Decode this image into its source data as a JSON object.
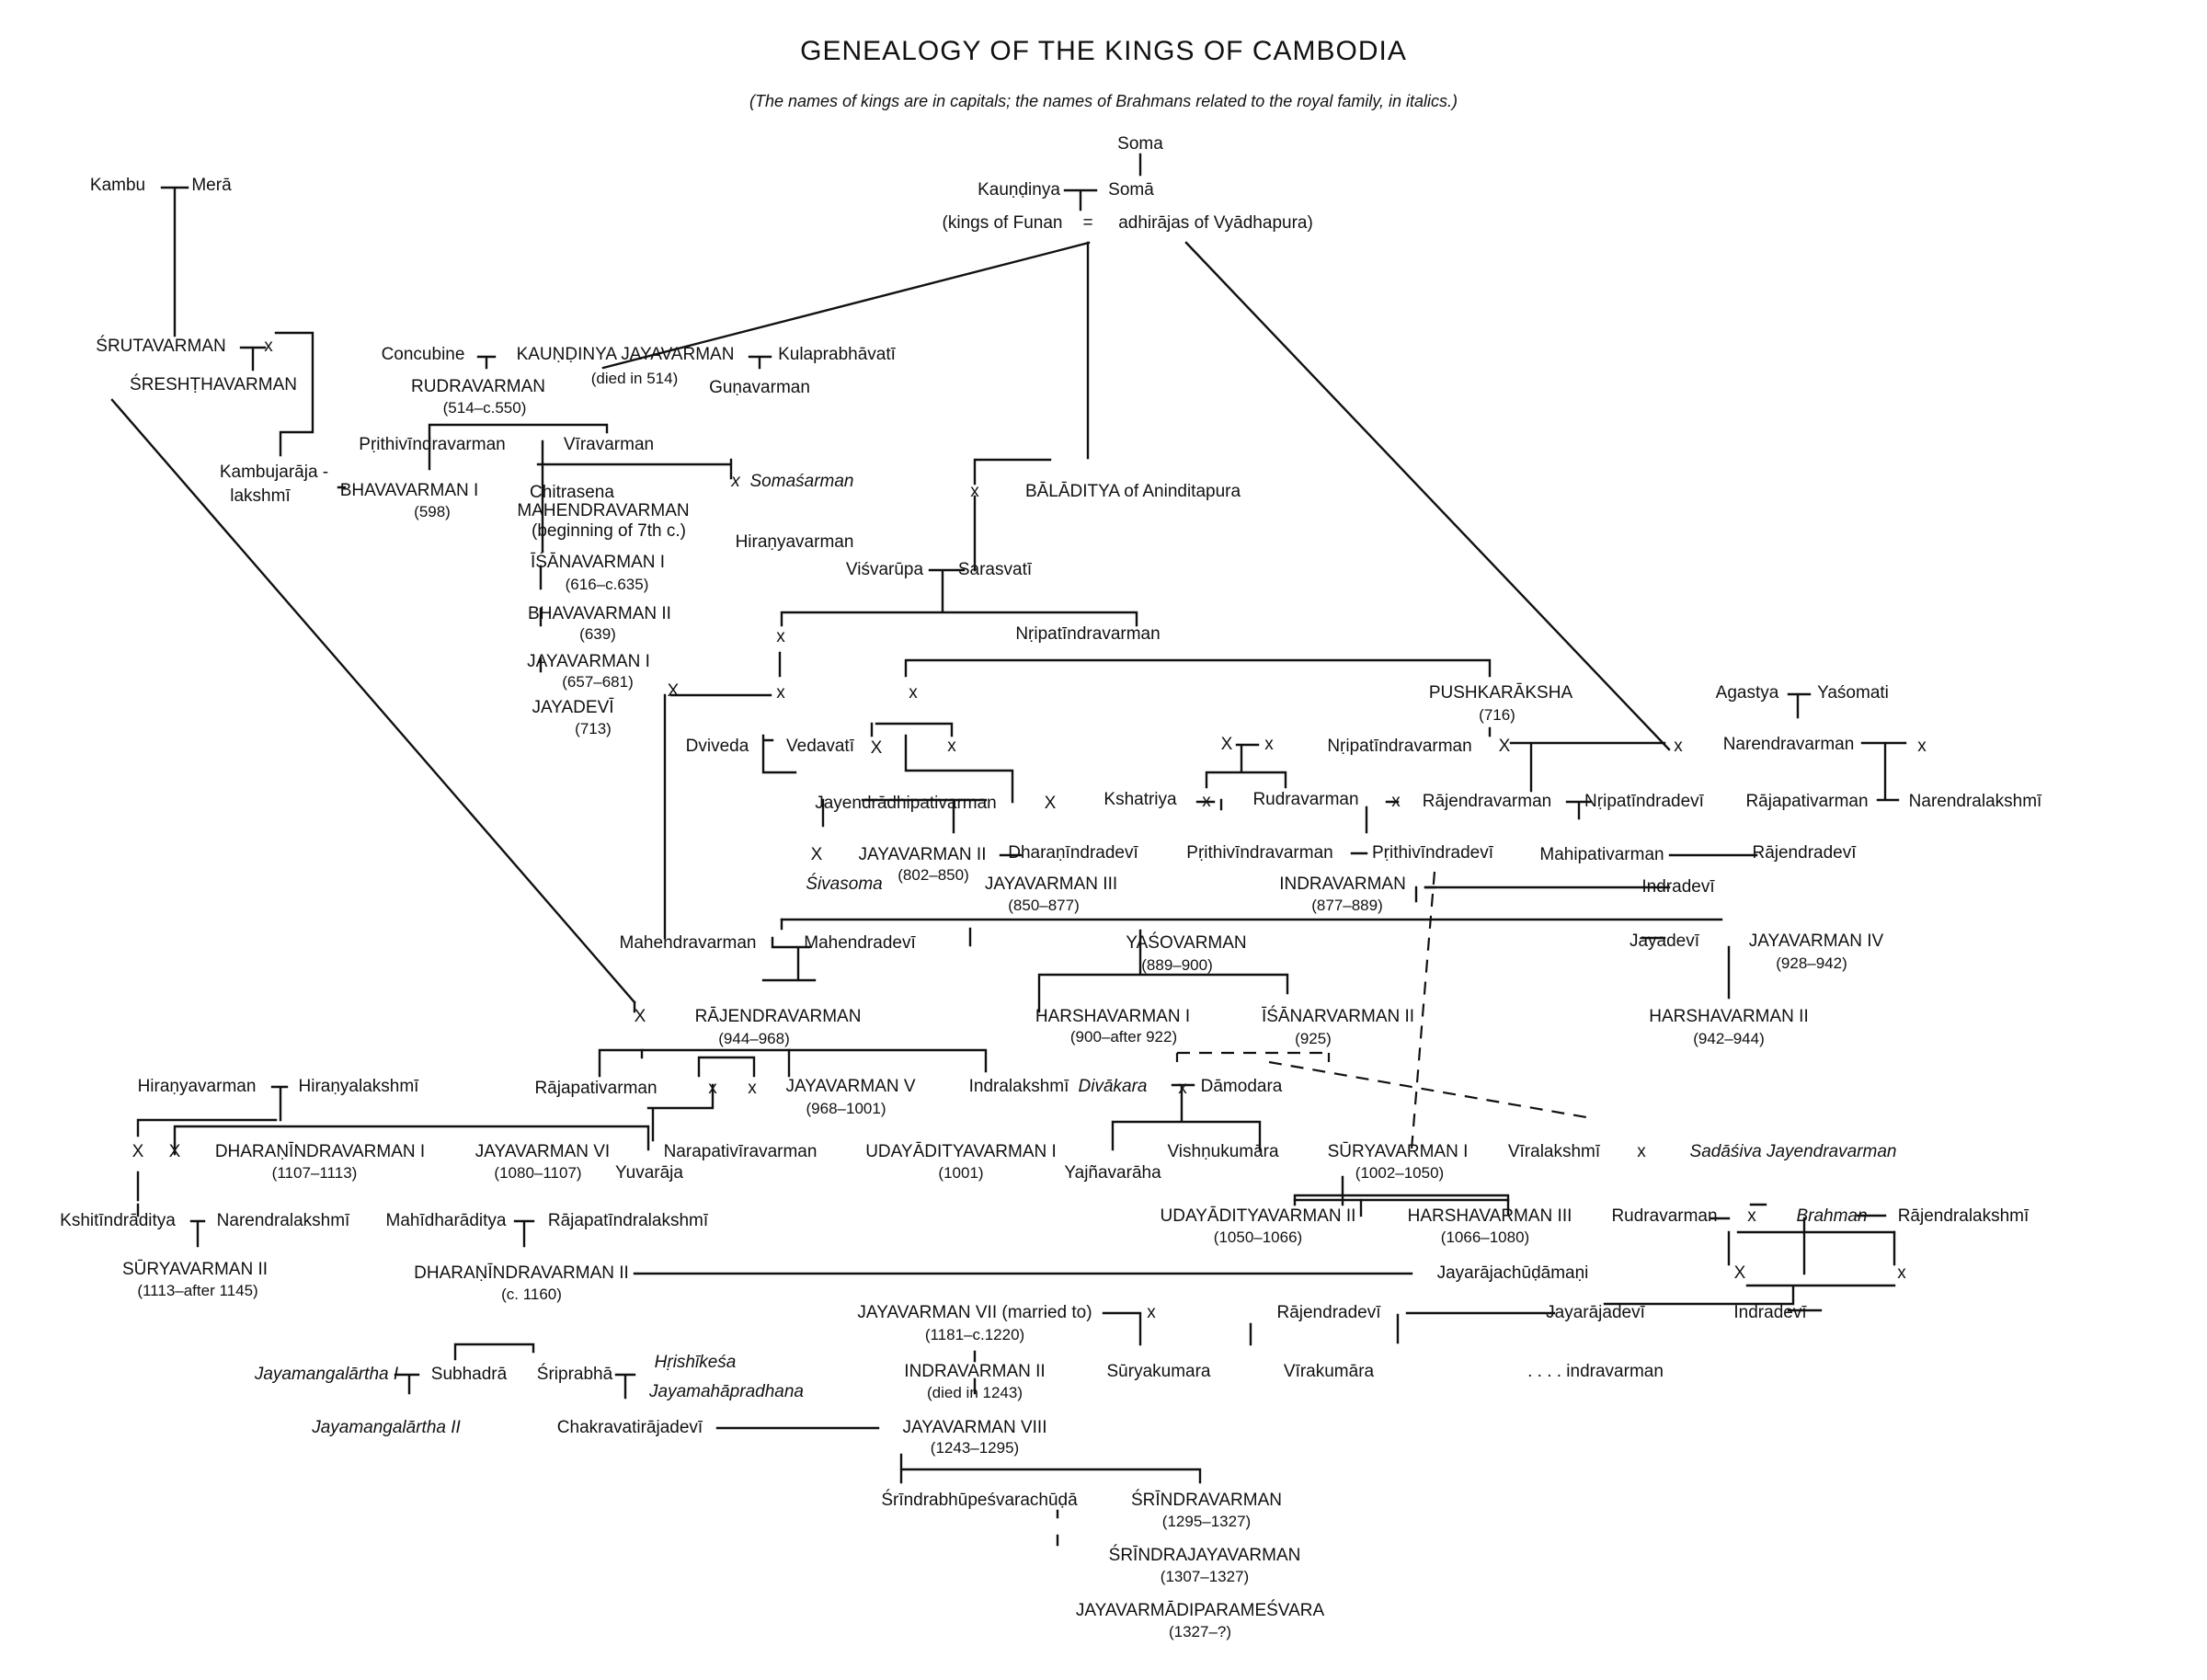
{
  "title": "GENEALOGY OF THE KINGS OF CAMBODIA",
  "subtitle": "(The names of kings are in capitals; the names of Brahmans related to the royal family, in italics.)",
  "labels": {
    "soma": "Soma",
    "kambu": "Kambu",
    "mera": "Merā",
    "kaundinya": "Kauṇḍinya",
    "soma_f": "Somā",
    "funan": "(kings of Funan",
    "eq": "=",
    "adhirajas": "adhirājas of Vyādhapura)",
    "srutavarman": "ŚRUTAVARMAN",
    "x_sruta": "x",
    "sreshthavarman": "ŚRESHṬHAVARMAN",
    "concubine": "Concubine",
    "kaundinya_jaya": "KAUṆḌINYA JAYAVARMAN",
    "died514": "(died in 514)",
    "kulaprabhavati": "Kulaprabhāvatī",
    "gunavarman": "Guṇavarman",
    "rudravarman": "RUDRAVARMAN",
    "d514": "(514–c.550)",
    "prithivindravarman1": "Pṛithivīndravarman",
    "viravarman": "Vīravarman",
    "kambujaraja": "Kambujarāja -",
    "lakshmi": "lakshmī",
    "bhavavarman1": "BHAVAVARMAN I",
    "d598": "(598)",
    "chitrasena": "Chitrasena",
    "mahendravarman_k": "MAHENDRAVARMAN",
    "beginning": "(beginning of 7th c.)",
    "x_soma": "x",
    "somasarman": "Somaśarman",
    "hiranyavarman1": "Hiraṇyavarman",
    "isanavarman1": "ĪŚĀNAVARMAN I",
    "d616": "(616–c.635)",
    "bhavavarman2": "BHAVAVARMAN II",
    "d639": "(639)",
    "jayavarman1": "JAYAVARMAN I",
    "d657": "(657–681)",
    "jayadevi1": "JAYADEVĪ",
    "d713": "(713)",
    "x_bala": "x",
    "baladitya": "BĀLĀDITYA of Aninditapura",
    "visvarupa": "Viśvarūpa",
    "sarasvati": "Sarasvatī",
    "x_v1": "x",
    "nripatindravarman1": "Nṛipatīndravarman",
    "x_big1": "X",
    "x_v2": "x",
    "x_n1": "x",
    "pushkaraksha": "PUSHKARĀKSHA",
    "d716": "(716)",
    "agastya": "Agastya",
    "yasomati": "Yaśomati",
    "dviveda": "Dviveda",
    "vedavati": "Vedavatī",
    "x_big2": "X",
    "x_n2": "x",
    "x_big3": "X",
    "x_kx": "x",
    "nripatindravarman2": "Nṛipatīndravarman",
    "x_big4": "X",
    "x_nar": "x",
    "narendravarman": "Narendravarman",
    "x_nl": "x",
    "jayendradhipati": "Jayendrādhipativarman",
    "x_jay": "X",
    "kshatriya": "Kshatriya",
    "x_ksh": "x",
    "rudravarman2": "Rudravarman",
    "x_rud": "x",
    "rajendravarman1": "Rājendravarman",
    "nripatindradevi": "Nṛipatīndradevī",
    "rajapativarman1": "Rājapativarman",
    "narendralakshmi1": "Narendralakshmī",
    "x_siva": "X",
    "sivasoma": "Śivasoma",
    "jayavarman2": "JAYAVARMAN II",
    "d802": "(802–850)",
    "dharanindradevi": "Dharaṇīndradevī",
    "prithivindravarman2": "Pṛithivīndravarman",
    "prithivindradevi": "Pṛithivīndradevī",
    "mahipativarman": "Mahipativarman",
    "rajendradevi1": "Rājendradevī",
    "jayavarman3": "JAYAVARMAN III",
    "d850": "(850–877)",
    "indravarman1": "INDRAVARMAN",
    "d877": "(877–889)",
    "indradevi1": "Indradevī",
    "mahendravarman": "Mahendravarman",
    "mahendradevi": "Mahendradevī",
    "yasovarman": "YAŚOVARMAN",
    "d889": "(889–900)",
    "jayadevi2": "Jayadevī",
    "jayavarman4": "JAYAVARMAN IV",
    "d928": "(928–942)",
    "x_raj": "X",
    "rajendravarman2": "RĀJENDRAVARMAN",
    "d944": "(944–968)",
    "harshavarman1": "HARSHAVARMAN I",
    "d900": "(900–after 922)",
    "isanavarman2": "ĪŚĀNARVARMAN II",
    "d925": "(925)",
    "harshavarman2": "HARSHAVARMAN II",
    "d942": "(942–944)",
    "hiranyavarman2": "Hiraṇyavarman",
    "hiranyalakshmi": "Hiraṇyalakshmī",
    "rajapativarman2": "Rājapativarman",
    "x_r1": "x",
    "x_r2": "x",
    "jayavarman5": "JAYAVARMAN V",
    "d968": "(968–1001)",
    "indralakshmi": "Indralakshmī",
    "divakara": "Divākara",
    "x_dam": "x",
    "damodara": "Dāmodara",
    "x_h1": "X",
    "x_h2": "X",
    "dharanindravarman1": "DHARAṆĪNDRAVARMAN I",
    "d1107": "(1107–1113)",
    "jayavarman6": "JAYAVARMAN VI",
    "d1080": "(1080–1107)",
    "yuvaraja": "Yuvarāja",
    "narapati": "Narapativīravarman",
    "udayaditya1": "UDAYĀDITYAVARMAN I",
    "d1001": "(1001)",
    "yajnavaraha": "Yajñavarāha",
    "vishnukumara": "Vishṇukumāra",
    "suryavarman1": "SŪRYAVARMAN I",
    "d1002": "(1002–1050)",
    "viralakshmi": "Vīralakshmī",
    "x_sada": "x",
    "sadasiva": "Sadāśiva Jayendravarman",
    "kshitindraditya": "Kshitīndrāditya",
    "narendralakshmi2": "Narendralakshmī",
    "mahidharaditya": "Mahīdharāditya",
    "rajapatindralakshmi": "Rājapatīndralakshmī",
    "udayaditya2": "UDAYĀDITYAVARMAN II",
    "d1050": "(1050–1066)",
    "harshavarman3": "HARSHAVARMAN III",
    "d1066": "(1066–1080)",
    "rudravarman3": "Rudravarman",
    "x_rud3": "x",
    "brahman": "Brahman",
    "rajendralakshmi": "Rājendralakshmī",
    "suryavarman2": "SŪRYAVARMAN II",
    "d1113": "(1113–after 1145)",
    "dharanindravarman2": "DHARAṆĪNDRAVARMAN II",
    "d1160": "(c. 1160)",
    "jayarajachudamani": "Jayarājachūḍāmaṇi",
    "x_bx1": "X",
    "x_bx2": "x",
    "jayavarman7": "JAYAVARMAN VII (married to)",
    "d1181": "(1181–c.1220)",
    "x_j7": "x",
    "rajendradevi2": "Rājendradevī",
    "jayarajadevi": "Jayarājadevī",
    "indradevi2": "Indradevī",
    "hrishikesa": "Hṛishīkeśa",
    "jayamahapradhana": "Jayamahāpradhana",
    "jayamangalartha1": "Jayamangalārtha I",
    "subhadra": "Subhadrā",
    "sriprabha": "Śriprabhā",
    "indravarman2": "INDRAVARMAN II",
    "died1243": "(died in 1243)",
    "suryakumara": "Sūryakumara",
    "virakumara": "Vīrakumāra",
    "indravarman_dots": ". . . . indravarman",
    "jayamangalartha2": "Jayamangalārtha II",
    "chakravatirajadevi": "Chakravatirājadevī",
    "jayavarman8": "JAYAVARMAN VIII",
    "d1243": "(1243–1295)",
    "srindrabhupesvara": "Śrīndrabhūpeśvarachūḍā",
    "srindravarman": "ŚRĪNDRAVARMAN",
    "d1295": "(1295–1327)",
    "srindrajayavarman": "ŚRĪNDRAJAYAVARMAN",
    "d1307": "(1307–1327)",
    "jayavarmadi": "JAYAVARMĀDIPARAMEŚVARA",
    "d1327": "(1327–?)"
  }
}
